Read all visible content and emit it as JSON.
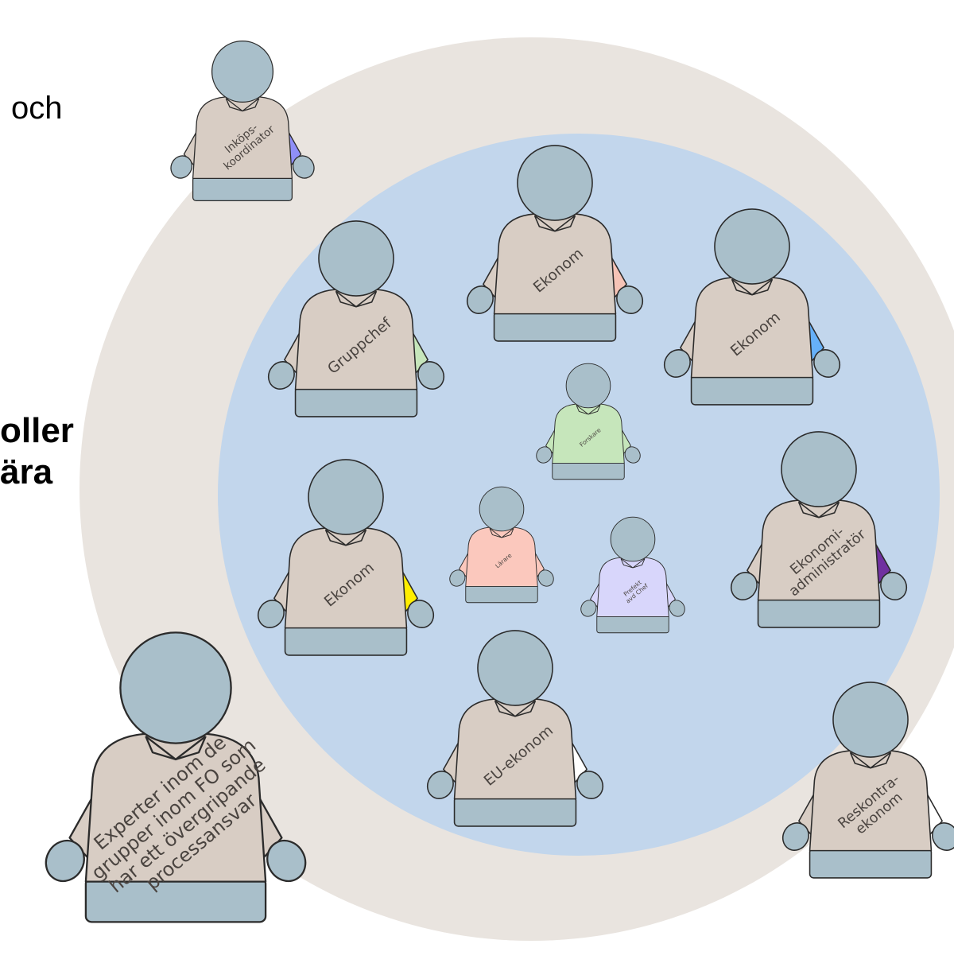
{
  "edge_text": {
    "och": "och",
    "roller_line1": "oller",
    "roller_line2": "ära"
  },
  "colors": {
    "outer_ring": "#e9e4df",
    "inner_circle": "#c2d6ec",
    "shirt": "#d8cdc4",
    "head_and_band": "#a9bfca",
    "outline": "#2b2b2b"
  },
  "figures": [
    {
      "id": "inkopskoordinator",
      "label": [
        "Inköps-",
        "koordinator"
      ],
      "shirt": "#d8cdc4",
      "accent": "#8f8ff8"
    },
    {
      "id": "ekonom-top",
      "label": [
        "Ekonom"
      ],
      "shirt": "#d8cdc4",
      "accent": "#f6c3b6"
    },
    {
      "id": "ekonom-right",
      "label": [
        "Ekonom"
      ],
      "shirt": "#d8cdc4",
      "accent": "#66b0f8"
    },
    {
      "id": "gruppchef",
      "label": [
        "Gruppchef"
      ],
      "shirt": "#d8cdc4",
      "accent": "#c6e6bb"
    },
    {
      "id": "forskare",
      "label": [
        "Forskare"
      ],
      "shirt": "#c6e6bb",
      "accent": null
    },
    {
      "id": "ekonom-left",
      "label": [
        "Ekonom"
      ],
      "shirt": "#d8cdc4",
      "accent": "#ffee00"
    },
    {
      "id": "larare",
      "label": [
        "Lärare"
      ],
      "shirt": "#fbc8bd",
      "accent": null
    },
    {
      "id": "prefekt",
      "label": [
        "Prefekt",
        "avd Chef"
      ],
      "shirt": "#d8d6fb",
      "accent": null
    },
    {
      "id": "ekonomiadministrator",
      "label": [
        "Ekonomi-",
        "administratör"
      ],
      "shirt": "#d8cdc4",
      "accent": "#7030a0"
    },
    {
      "id": "eu-ekonom",
      "label": [
        "EU-ekonom"
      ],
      "shirt": "#d8cdc4",
      "accent": "#ffffff"
    },
    {
      "id": "experter",
      "label": [
        "Experter inom de",
        "grupper inom FO som",
        "har ett övergripande",
        "processansvar"
      ],
      "shirt": "#d8cdc4",
      "accent": null
    },
    {
      "id": "reskontraekonom",
      "label": [
        "Reskontra-",
        "ekonom"
      ],
      "shirt": "#d8cdc4",
      "accent": "#ffffff"
    }
  ]
}
